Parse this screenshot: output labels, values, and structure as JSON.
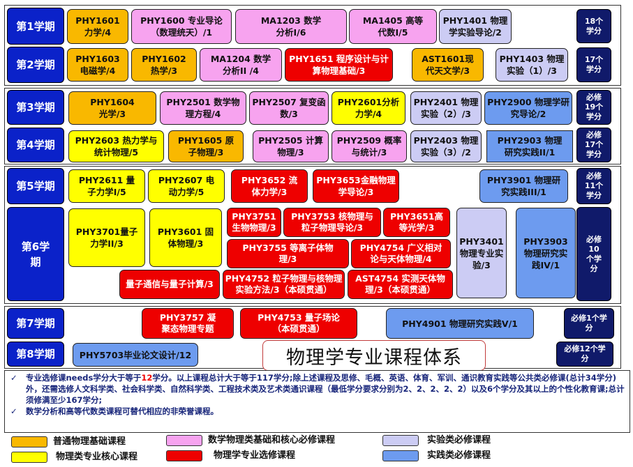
{
  "title": "物理学专业课程体系",
  "semesters": {
    "s1": "第1学期",
    "s2": "第2学期",
    "s3": "第3学期",
    "s4": "第4学期",
    "s5": "第5学期",
    "s6": "第6学期",
    "s7": "第7学期",
    "s8": "第8学期"
  },
  "credits": {
    "s1": "18个学分",
    "s2": "17个学分",
    "s3": "必修19个学分",
    "s4": "必修17个学分",
    "s5": "必修11个学分",
    "s6": "必修10个学分",
    "s7": "必修1个学分",
    "s8": "必修12个学分"
  },
  "courses": {
    "phy1601": "PHY1601 力学/4",
    "phy1600": "PHY1600 专业导论（数理统天）/1",
    "ma1203": "MA1203 数学分析I/6",
    "ma1405": "MA1405 高等代数I/5",
    "phy1401": "PHY1401 物理学实验导论/2",
    "phy1603": "PHY1603 电磁学/4",
    "phy1602": "PHY1602 热学/3",
    "ma1204": "MA1204 数学分析II /4",
    "phy1651": "PHY1651 程序设计与计算物理基础/3",
    "ast1601": "AST1601现代天文学/3",
    "phy1403": "PHY1403 物理实验（1）/3",
    "phy1604": "PHY1604 光学/3",
    "phy2501": "PHY2501 数学物理方程/4",
    "phy2507": "PHY2507 复变函数/3",
    "phy2601": "PHY2601分析力学/4",
    "phy2401": "PHY2401 物理实验（2）/3",
    "phy2900": "PHY2900 物理学研究导论/2",
    "phy2603": "PHY2603 热力学与统计物理/5",
    "phy1605": "PHY1605 原子物理/3",
    "phy2505": "PHY2505 计算物理/3",
    "phy2509": "PHY2509 概率与统计/3",
    "phy2403": "PHY2403 物理实验（3）/2",
    "phy2903": "PHY2903 物理研究实践II/1",
    "phy2611": "PHY2611 量子力学I/5",
    "phy2607": "PHY2607 电动力学/5",
    "phy3652": "PHY3652 流体力学/3",
    "phy3653": "PHY3653金融物理学导论/3",
    "phy3901": "PHY3901 物理研究实践III/1",
    "phy3701": "PHY3701量子力学II/3",
    "phy3601": "PHY3601 固体物理/3",
    "phy3751": "PHY3751 生物物理/3",
    "phy3753": "PHY3753 核物理与粒子物理导论/3",
    "phy3651": "PHY3651高等光学/3",
    "phy3755": "PHY3755 等离子体物理/3",
    "phy4754": "PHY4754 广义相对论与天体物理/4",
    "quantum_info": "量子通信与量子计算/3",
    "phy4752": "PHY4752 粒子物理与核物理实验方法/3（本硕贯通）",
    "ast4754": "AST4754 实测天体物理/3（本硕贯通）",
    "phy3401": "PHY3401 物理专业实验/3",
    "phy3903": "PHY3903 物理研究实践IV/1",
    "phy3757": "PHY3757 凝聚态物理专题",
    "phy4753": "PHY4753 量子场论（本硕贯通）",
    "phy4901": "PHY4901 物理研究实践V/1",
    "phy5703": "PHY5703毕业论文设计/12"
  },
  "notes": {
    "n1_a": "专业选修课needs学分大于等于",
    "n1_hl": "12",
    "n1_b": "学分。以上课程总计大于等于117学分;除上述课程及思修、毛概、英语、体育、军训、通识教育实践等公共类必修课(总计34学分)外，还需选修人文科学类、社会科学类、自然科学类、工程技术类及艺术类通识课程（最低学分要求分别为2、2、2、2、2）以及6个学分及其以上的个性化教育课;总计须修满至少167学分;",
    "n2": "数学分析和高等代数类课程可替代相应的非荣誉课程。"
  },
  "legend": {
    "orange": "普通物理基础课程",
    "pink": "数学物理类基础和核心必修课程",
    "lav": "实验类必修课程",
    "yellow": "物理类专业核心课程",
    "red": "物理学专业选修课程",
    "blue": "实践类必修课程"
  },
  "colors": {
    "semester": "#0b22c9",
    "credit": "#101a6a",
    "orange": "#f9b800",
    "pink": "#f7a3ef",
    "yellow": "#ffff00",
    "red": "#ee0000",
    "lavender": "#ccccf4",
    "blue": "#6d9bef"
  }
}
